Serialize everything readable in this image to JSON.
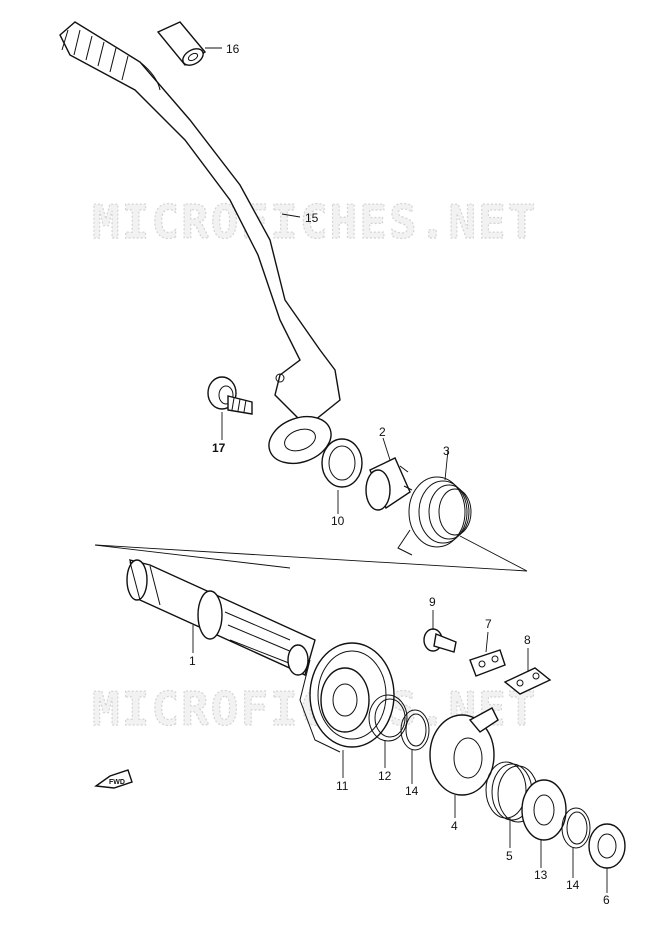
{
  "watermark": "MICROFICHES.NET",
  "fwd_label": "FWD",
  "callouts": [
    {
      "id": "16",
      "label": "16"
    },
    {
      "id": "15",
      "label": "15"
    },
    {
      "id": "17",
      "label": "17"
    },
    {
      "id": "2",
      "label": "2"
    },
    {
      "id": "3",
      "label": "3"
    },
    {
      "id": "10",
      "label": "10"
    },
    {
      "id": "9",
      "label": "9"
    },
    {
      "id": "7",
      "label": "7"
    },
    {
      "id": "8",
      "label": "8"
    },
    {
      "id": "1",
      "label": "1"
    },
    {
      "id": "11",
      "label": "11"
    },
    {
      "id": "12",
      "label": "12"
    },
    {
      "id": "14a",
      "label": "14"
    },
    {
      "id": "4",
      "label": "4"
    },
    {
      "id": "5",
      "label": "5"
    },
    {
      "id": "13",
      "label": "13"
    },
    {
      "id": "14b",
      "label": "14"
    },
    {
      "id": "6",
      "label": "6"
    }
  ]
}
